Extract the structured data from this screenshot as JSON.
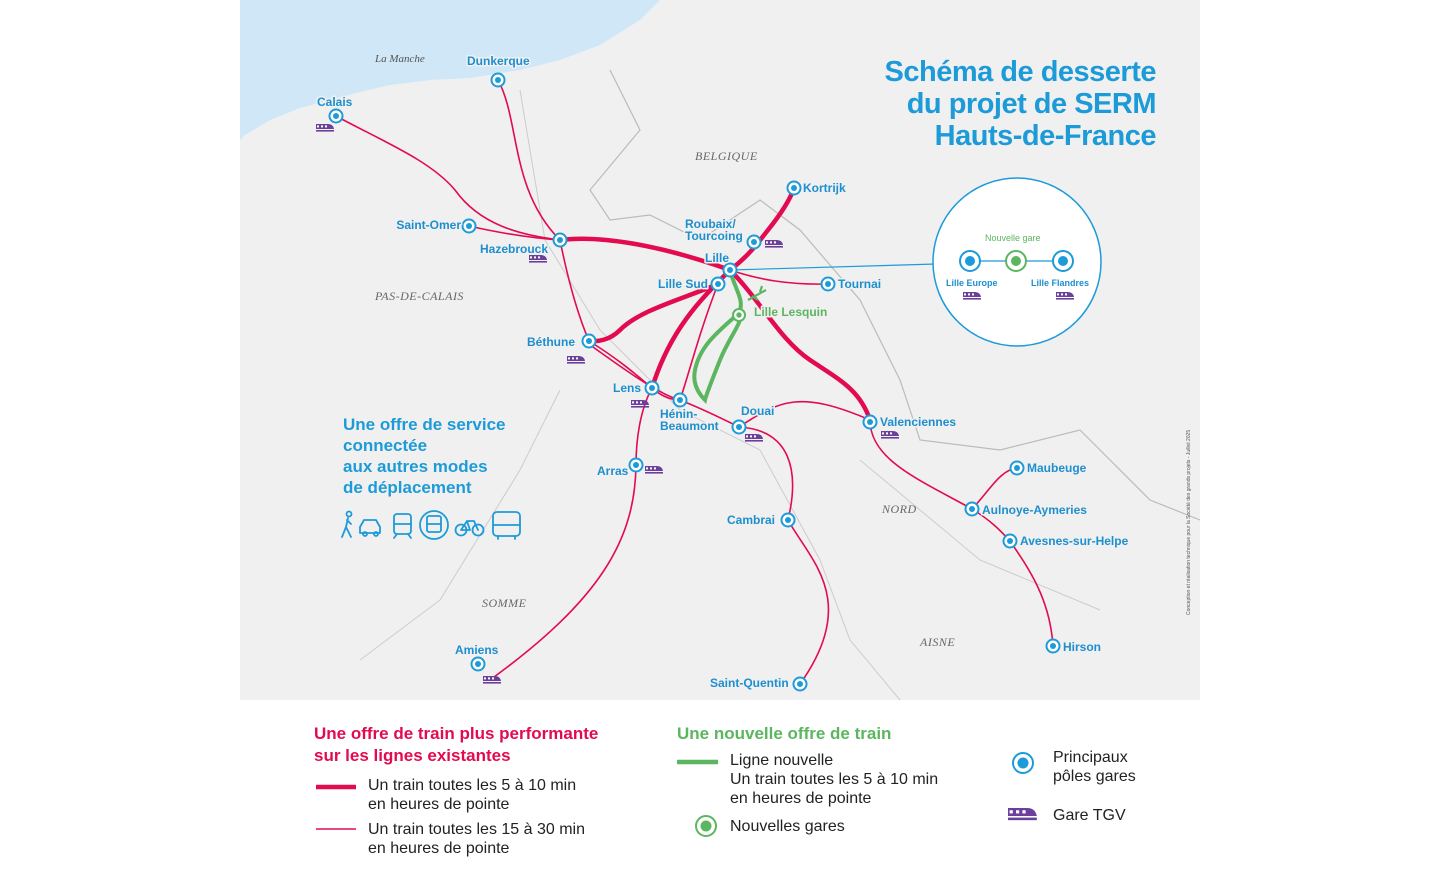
{
  "title": {
    "line1": "Schéma de desserte",
    "line2": "du projet de SERM",
    "line3": "Hauts-de-France"
  },
  "offer": {
    "line1": "Une offre de service",
    "line2": "connectée",
    "line3": "aux autres modes",
    "line4": "de déplacement",
    "icons": [
      "pedestrian-icon",
      "car-icon",
      "tram-icon",
      "metro-icon",
      "bike-icon",
      "bus-icon"
    ]
  },
  "regions": {
    "sea": "La Manche",
    "belgique": "BELGIQUE",
    "pas_de_calais": "PAS-DE-CALAIS",
    "nord": "NORD",
    "somme": "SOMME",
    "aisne": "AISNE"
  },
  "stations": {
    "dunkerque": "Dunkerque",
    "calais": "Calais",
    "saint_omer": "Saint-Omer",
    "hazebrouck": "Hazebrouck",
    "kortrijk": "Kortrijk",
    "roubaix1": "Roubaix/",
    "roubaix2": "Tourcoing",
    "lille": "Lille",
    "lille_sud": "Lille Sud",
    "tournai": "Tournai",
    "lille_lesquin": "Lille Lesquin",
    "bethune": "Béthune",
    "lens": "Lens",
    "henin1": "Hénin-",
    "henin2": "Beaumont",
    "douai": "Douai",
    "valenciennes": "Valenciennes",
    "arras": "Arras",
    "maubeuge": "Maubeuge",
    "aulnoye": "Aulnoye-Aymeries",
    "avesnes": "Avesnes-sur-Helpe",
    "cambrai": "Cambrai",
    "hirson": "Hirson",
    "amiens": "Amiens",
    "saint_quentin": "Saint-Quentin"
  },
  "inset": {
    "new_station_label": "Nouvelle gare",
    "left_label": "Lille Europe",
    "right_label": "Lille Flandres"
  },
  "credit": "Conception et réalisation technique pour la Société des grands projets - Juillet 2025",
  "legend": {
    "red_title_line1": "Une offre de train plus performante",
    "red_title_line2": "sur les lignes existantes",
    "thick_line1": "Un train toutes les 5 à 10 min",
    "thick_line2": "en heures de pointe",
    "thin_line1": "Un train toutes les 15 à 30 min",
    "thin_line2": "en heures de pointe",
    "green_title": "Une nouvelle offre de train",
    "new_line1": "Ligne nouvelle",
    "new_line2": "Un train toutes les 5 à 10 min",
    "new_line3": "en heures de pointe",
    "new_stations": "Nouvelles gares",
    "main_hubs1": "Principaux",
    "main_hubs2": "pôles gares",
    "tgv": "Gare TGV"
  },
  "colors": {
    "red": "#e30b50",
    "green": "#5cb65f",
    "blue": "#1d9bd8",
    "purple": "#6b3f9a",
    "sea": "#cfe7f7"
  }
}
